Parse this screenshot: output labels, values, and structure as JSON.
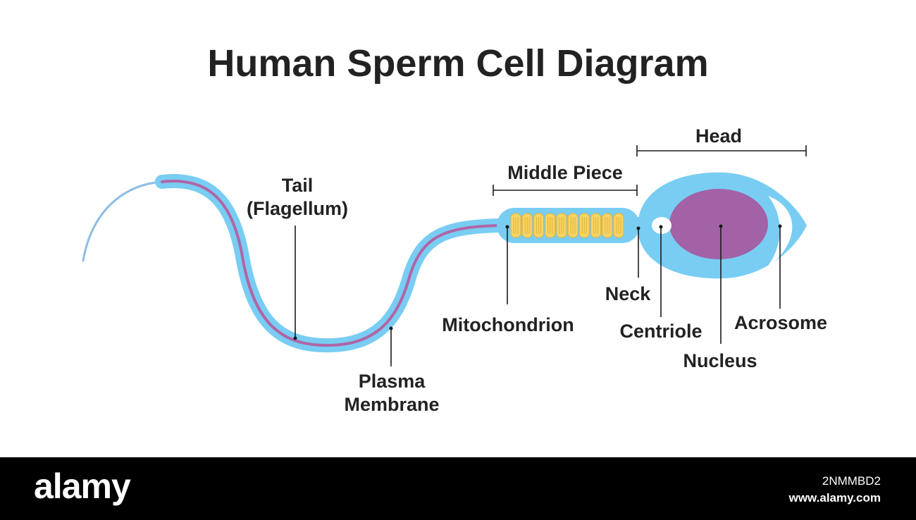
{
  "title": "Human Sperm Cell Diagram",
  "labels": {
    "tail_line1": "Tail",
    "tail_line2": "(Flagellum)",
    "plasma_line1": "Plasma",
    "plasma_line2": "Membrane",
    "middle_piece": "Middle Piece",
    "mitochondrion": "Mitochondrion",
    "head": "Head",
    "neck": "Neck",
    "centriole": "Centriole",
    "nucleus": "Nucleus",
    "acrosome": "Acrosome"
  },
  "colors": {
    "membrane": "#79cdf3",
    "axoneme": "#b065a6",
    "nucleus": "#a262a5",
    "mitochondria": "#f7d463",
    "mitochondria_stripe": "#e0b53a",
    "text": "#222222",
    "footer_bg": "#000000"
  },
  "mitochondria_count": 10,
  "footer": {
    "logo": "alamy",
    "image_code": "2NMMBD2",
    "url": "www.alamy.com"
  }
}
